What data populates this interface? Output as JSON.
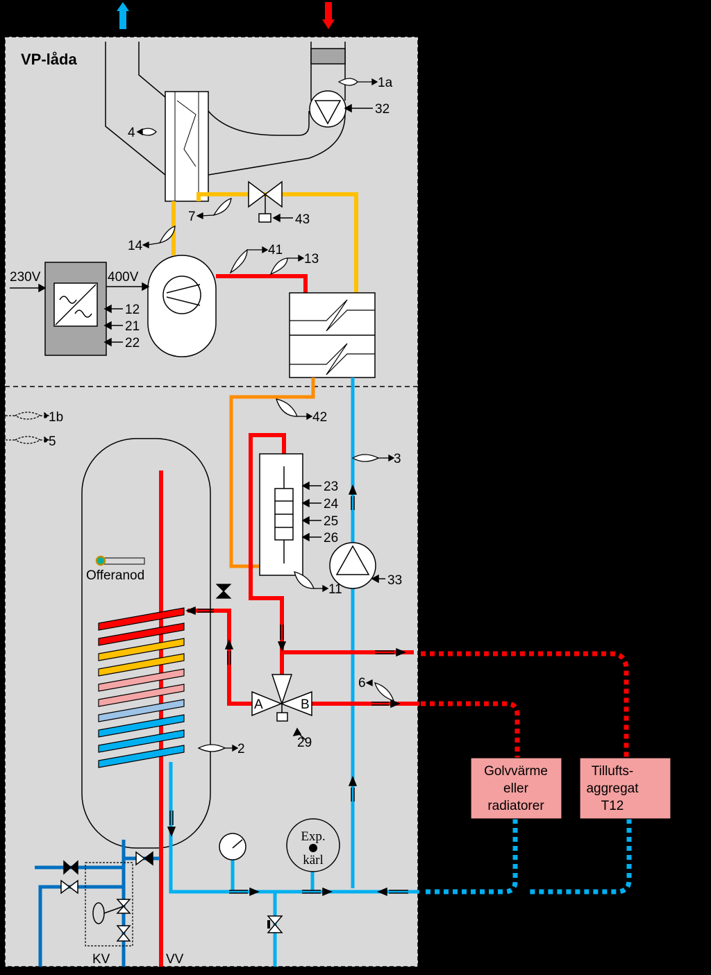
{
  "section_title": "VP-låda",
  "electrical": {
    "input_voltage": "230V",
    "output_voltage": "400V"
  },
  "sensor_labels": {
    "s1a": "1a",
    "s1b": "1b",
    "s2": "2",
    "s3": "3",
    "s4": "4",
    "s5": "5",
    "s6": "6",
    "s7": "7",
    "s11": "11",
    "s13": "13",
    "s14": "14",
    "s41": "41",
    "s42": "42"
  },
  "component_labels": {
    "c12": "12",
    "c21": "21",
    "c22": "22",
    "c23": "23",
    "c24": "24",
    "c25": "25",
    "c26": "26",
    "c29": "29",
    "c32": "32",
    "c33": "33",
    "c43": "43"
  },
  "valve_ports": {
    "a": "A",
    "b": "B"
  },
  "tank": {
    "anode_label": "Offeranod"
  },
  "expansion_vessel": {
    "line1": "Exp.",
    "line2": "kärl"
  },
  "consumers": {
    "floor_heating": {
      "line1": "Golvvärme",
      "line2": "eller",
      "line3": "radiatorer"
    },
    "supply_unit": {
      "line1": "Tillufts-",
      "line2": "aggregat",
      "line3": "T12"
    }
  },
  "pipe_labels": {
    "kv": "KV",
    "vv": "VV"
  },
  "colors": {
    "hot": "#ff0000",
    "warm": "#ffc000",
    "medium": "#ff8c00",
    "pink": "#f4a6a6",
    "light_blue": "#9dc3e6",
    "cold": "#00b0f0",
    "cold_water": "#0070c0",
    "panel": "#d9d9d9",
    "consumer_box": "#f4a0a0"
  }
}
